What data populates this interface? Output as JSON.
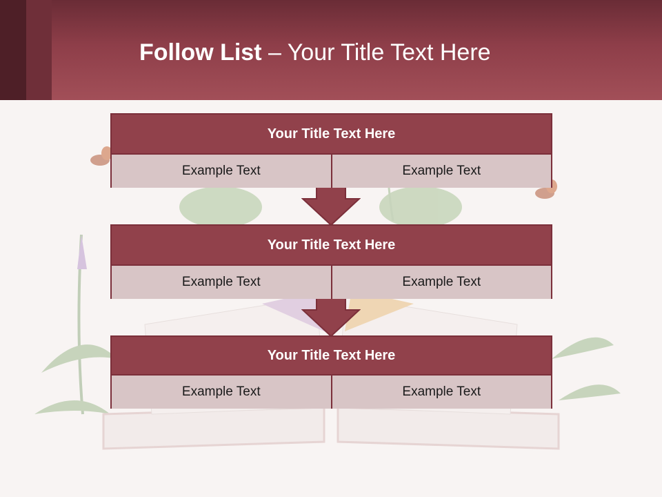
{
  "slide": {
    "title_bold": "Follow List",
    "title_rest": " – Your Title Text Here"
  },
  "panels": [
    {
      "title": "Your Title Text Here",
      "left": "Example Text",
      "right": "Example Text"
    },
    {
      "title": "Your Title Text Here",
      "left": "Example Text",
      "right": "Example Text"
    },
    {
      "title": "Your Title Text Here",
      "left": "Example Text",
      "right": "Example Text"
    }
  ],
  "colors": {
    "header": "#8e3e49",
    "panel_title": "#91414b",
    "panel_cell": "#d8c5c6",
    "border": "#7b2f3a",
    "background": "#f8f4f3"
  },
  "icons": [
    "down-arrow-icon",
    "open-book-illustration",
    "butterfly-icon"
  ]
}
